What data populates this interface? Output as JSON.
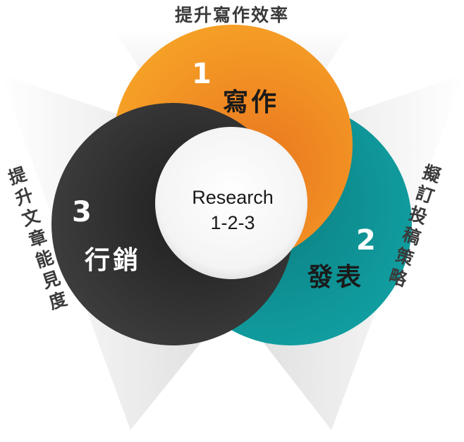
{
  "title": "提升寫作效率",
  "left_label": [
    "提",
    "升",
    "文",
    "章",
    "能",
    "見",
    "度"
  ],
  "right_label": [
    "擬",
    "訂",
    "投",
    "稿",
    "策",
    "略"
  ],
  "steps": [
    {
      "number": "1",
      "label": "寫作",
      "color": "#f39a26"
    },
    {
      "number": "2",
      "label": "發表",
      "color": "#0f9a9c"
    },
    {
      "number": "3",
      "label": "行銷",
      "color": "#333333"
    }
  ],
  "center": {
    "line1": "Research",
    "line2": "1-2-3"
  }
}
